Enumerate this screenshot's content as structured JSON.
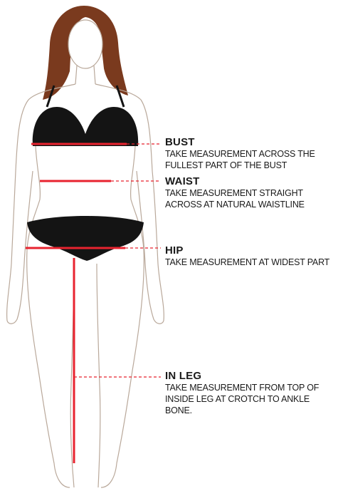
{
  "measurements": {
    "bust": {
      "title": "BUST",
      "desc": "TAKE MEASUREMENT ACROSS THE FULLEST PART OF THE BUST"
    },
    "waist": {
      "title": "WAIST",
      "desc": "TAKE MEASUREMENT STRAIGHT ACROSS AT NATURAL WAISTLINE"
    },
    "hip": {
      "title": "HIP",
      "desc": "TAKE MEASUREMENT AT WIDEST PART"
    },
    "inleg": {
      "title": "IN LEG",
      "desc": "TAKE MEASUREMENT FROM TOP OF INSIDE LEG AT CROTCH TO ANKLE BONE."
    }
  },
  "colors": {
    "measure_line": "#e8232f",
    "skin_outline": "#b9a89a",
    "hair": "#7a3a1e",
    "garment": "#141414",
    "text": "#1a1a1a"
  }
}
